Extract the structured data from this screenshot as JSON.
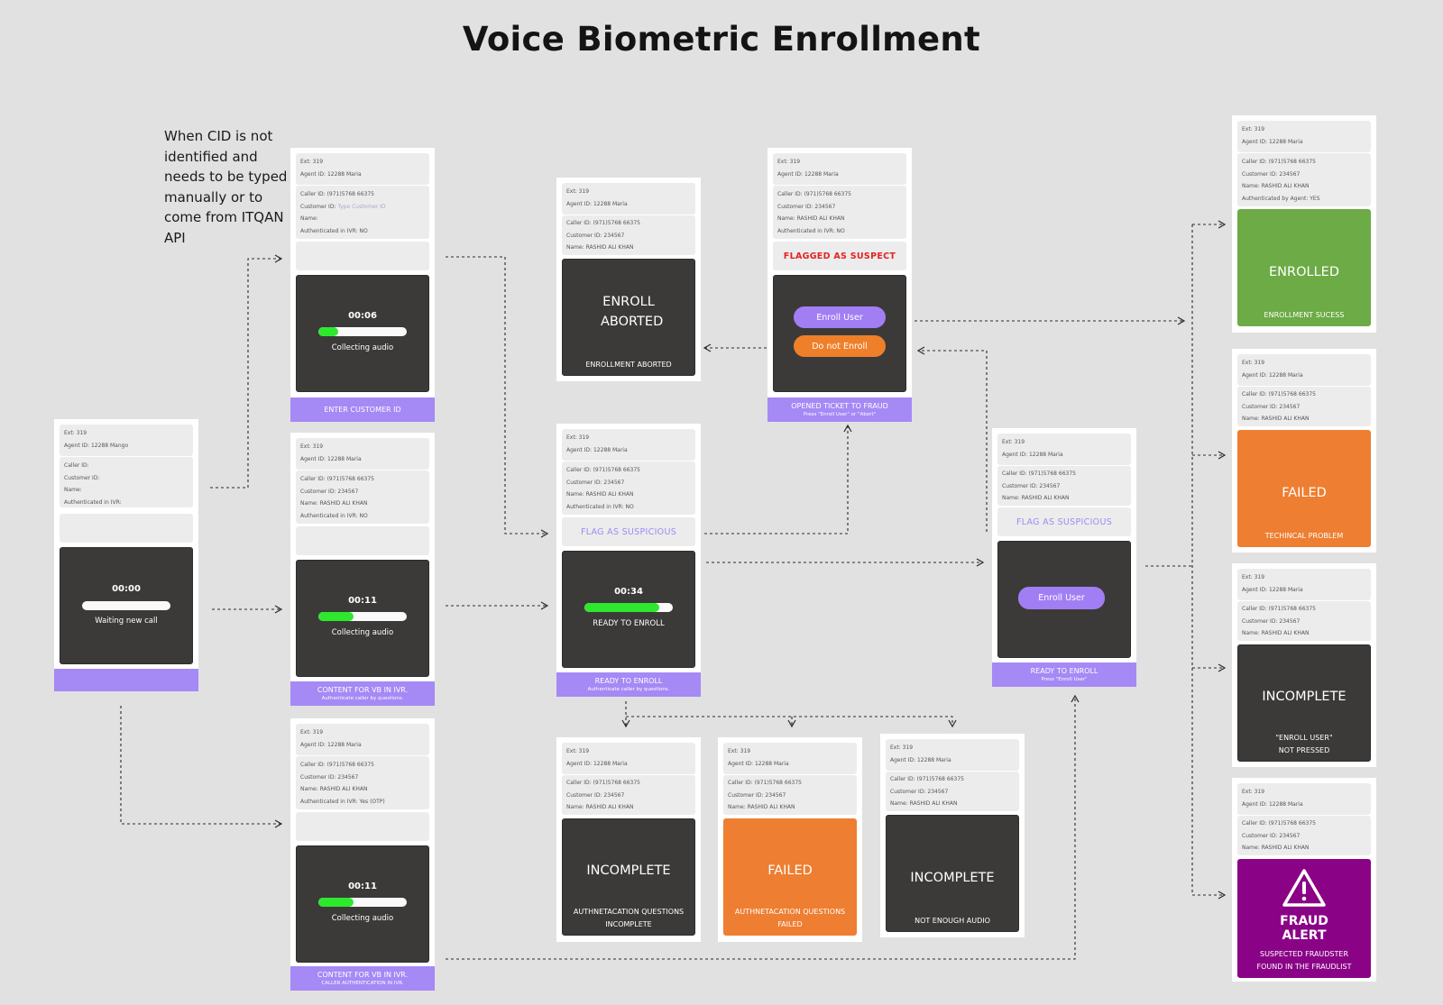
{
  "title": "Voice Biometric Enrollment",
  "note": "When CID is not identified and needs to be typed manually or to come from ITQAN API",
  "cards": {
    "waiting": {
      "ext": "Ext: 319",
      "agent": "Agent ID: 12288 Mango",
      "caller": "Caller ID:",
      "customer": "Customer ID:",
      "name": "Name:",
      "auth": "Authenticated in IVR:",
      "timer": "00:00",
      "progress": 0,
      "status": "Waiting new call"
    },
    "enter_id": {
      "ext": "Ext: 319",
      "agent": "Agent ID: 12288 Maria",
      "caller": "Caller ID: (971)5768 66375",
      "customer_label": "Customer ID:",
      "customer_placeholder": "Type Customer ID",
      "name": "Name:",
      "auth": "Authenticated in IVR: NO",
      "timer": "00:06",
      "progress": 0.22,
      "status": "Collecting audio",
      "footer": "ENTER CUSTOMER ID"
    },
    "consent_questions": {
      "ext": "Ext: 319",
      "agent": "Agent ID: 12288 Maria",
      "caller": "Caller ID: (971)5768 66375",
      "customer": "Customer ID: 234567",
      "name": "Name: RASHID ALI KHAN",
      "auth": "Authenticated in IVR: NO",
      "timer": "00:11",
      "progress": 0.4,
      "status": "Collecting audio",
      "footer": "CONTENT FOR VB IN IVR.",
      "footer_sub": "Authenticate caller by questions."
    },
    "consent_ivr": {
      "ext": "Ext: 319",
      "agent": "Agent ID: 12288 Maria",
      "caller": "Caller ID: (971)5768 66375",
      "customer": "Customer ID: 234567",
      "name": "Name: RASHID ALI KHAN",
      "auth": "Authenticated in IVR: Yes (OTP)",
      "timer": "00:11",
      "progress": 0.4,
      "status": "Collecting audio",
      "footer": "CONTENT FOR VB IN IVR.",
      "footer_sub": "CALLER AUTHENTICATION IN IVR."
    },
    "aborted": {
      "ext": "Ext: 319",
      "agent": "Agent ID: 12288 Maria",
      "caller": "Caller ID: (971)5768 66375",
      "customer": "Customer ID: 234567",
      "name": "Name: RASHID ALI KHAN",
      "big": "ENROLL ABORTED",
      "bottom": "ENROLLMENT ABORTED"
    },
    "ready_middle": {
      "ext": "Ext: 319",
      "agent": "Agent ID: 12288 Maria",
      "caller": "Caller ID: (971)5768 66375",
      "customer": "Customer ID: 234567",
      "name": "Name: RASHID ALI KHAN",
      "auth": "Authenticated in IVR: NO",
      "flag": "FLAG AS SUSPICIOUS",
      "timer": "00:34",
      "progress": 0.85,
      "status": "READY TO ENROLL",
      "footer": "READY TO ENROLL",
      "footer_sub": "Authenticate caller by questions."
    },
    "suspect": {
      "ext": "Ext: 319",
      "agent": "Agent ID: 12288 Maria",
      "caller": "Caller ID: (971)5768 66375",
      "customer": "Customer ID: 234567",
      "name": "Name: RASHID ALI KHAN",
      "auth": "Authenticated in IVR: NO",
      "flag": "FLAGGED AS SUSPECT",
      "btn_enroll": "Enroll User",
      "btn_not": "Do not Enroll",
      "footer": "OPENED TICKET TO FRAUD",
      "footer_sub": "Press \"Enroll User\" or \"Abort\""
    },
    "ready_right": {
      "ext": "Ext: 319",
      "agent": "Agent ID: 12288 Maria",
      "caller": "Caller ID: (971)5768 66375",
      "customer": "Customer ID: 234567",
      "name": "Name: RASHID ALI KHAN",
      "flag": "FLAG AS SUSPICIOUS",
      "btn_enroll": "Enroll User",
      "footer": "READY TO ENROLL",
      "footer_sub": "Press \"Enroll User\""
    },
    "incomplete_auth": {
      "ext": "Ext: 319",
      "agent": "Agent ID: 12288 Maria",
      "caller": "Caller ID: (971)5768 66375",
      "customer": "Customer ID: 234567",
      "name": "Name: RASHID ALI KHAN",
      "big": "INCOMPLETE",
      "bottom1": "AUTHNETACATION QUESTIONS",
      "bottom2": "INCOMPLETE"
    },
    "failed_auth": {
      "ext": "Ext: 319",
      "agent": "Agent ID: 12288 Maria",
      "caller": "Caller ID: (971)5768 66375",
      "customer": "Customer ID: 234567",
      "name": "Name: RASHID ALI KHAN",
      "big": "FAILED",
      "bottom1": "AUTHNETACATION QUESTIONS",
      "bottom2": "FAILED"
    },
    "incomplete_audio": {
      "ext": "Ext: 319",
      "agent": "Agent ID: 12288 Maria",
      "caller": "Caller ID: (971)5768 66375",
      "customer": "Customer ID: 234567",
      "name": "Name: RASHID ALI KHAN",
      "big": "INCOMPLETE",
      "bottom": "NOT ENOUGH AUDIO"
    },
    "enrolled": {
      "ext": "Ext: 319",
      "agent": "Agent ID: 12288 Maria",
      "caller": "Caller ID: (971)5768 66375",
      "customer": "Customer ID: 234567",
      "name": "Name: RASHID ALI KHAN",
      "auth": "Authenticated by Agent: YES",
      "big": "ENROLLED",
      "bottom": "ENROLLMENT SUCESS"
    },
    "failed_tech": {
      "ext": "Ext: 319",
      "agent": "Agent ID: 12288 Maria",
      "caller": "Caller ID: (971)5768 66375",
      "customer": "Customer ID: 234567",
      "name": "Name: RASHID ALI KHAN",
      "big": "FAILED",
      "bottom": "TECHINCAL PROBLEM"
    },
    "incomplete_notpressed": {
      "ext": "Ext: 319",
      "agent": "Agent ID: 12288 Maria",
      "caller": "Caller ID: (971)5768 66375",
      "customer": "Customer ID: 234567",
      "name": "Name: RASHID ALI KHAN",
      "big": "INCOMPLETE",
      "bottom1": "\"ENROLL USER\"",
      "bottom2": "NOT PRESSED"
    },
    "fraud": {
      "ext": "Ext: 319",
      "agent": "Agent ID: 12288 Maria",
      "caller": "Caller ID: (971)5768 66375",
      "customer": "Customer ID: 234567",
      "name": "Name: RASHID ALI KHAN",
      "big1": "FRAUD",
      "big2": "ALERT",
      "bottom1": "SUSPECTED FRAUDSTER",
      "bottom2": "FOUND IN THE FRAUDLIST",
      "icon": "warning-triangle-icon"
    }
  },
  "colors": {
    "background": "#e1e1e1",
    "footer": "#a589f5",
    "dark_panel": "#3b3a39",
    "success": "#6cab45",
    "failure": "#ee7e31",
    "fraud": "#8a0387",
    "progress": "#2ee82e",
    "suspect": "#e52222"
  }
}
